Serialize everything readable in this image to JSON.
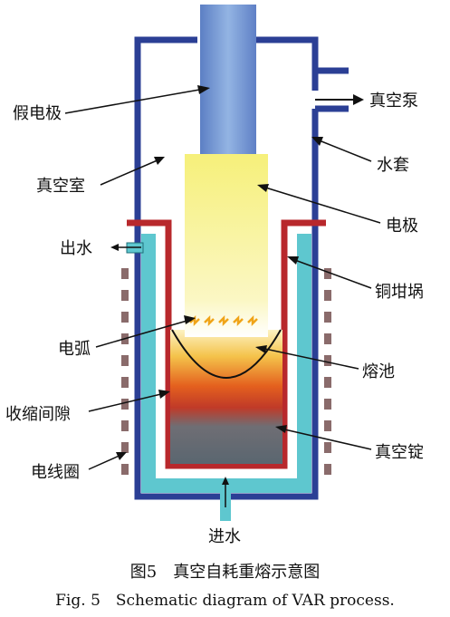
{
  "labels": {
    "fake_electrode": "假电极",
    "vacuum_pump": "真空泵",
    "vacuum_chamber": "真空室",
    "water_jacket": "水套",
    "electrode": "电极",
    "water_out": "出水",
    "copper_crucible": "铜坩埚",
    "arc": "电弧",
    "molten_pool": "熔池",
    "shrinkage_gap": "收缩间隙",
    "vacuum_ingot": "真空锭",
    "coil": "电线圈",
    "water_in": "进水"
  },
  "caption": {
    "zh": "图5　真空自耗重熔示意图",
    "en": "Fig. 5　Schematic diagram of VAR process."
  },
  "colors": {
    "chamber": "#2b3f95",
    "crucible": "#b8282c",
    "water": "#5ec7cf",
    "electrode": "#f7f17a",
    "ingot": "#5e6a73",
    "coil": "#8a6b6b"
  }
}
